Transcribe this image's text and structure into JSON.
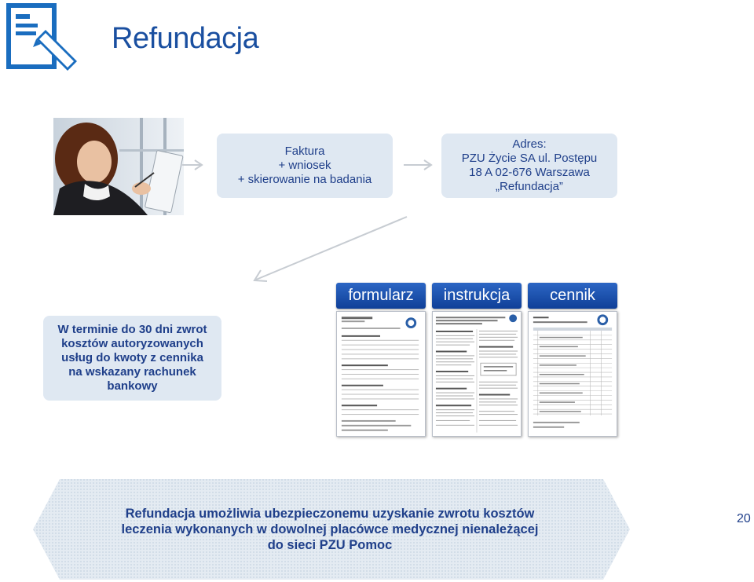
{
  "slide": {
    "title": "Refundacja",
    "page_number": "20"
  },
  "step1": {
    "lines": [
      "Faktura",
      "+ wniosek",
      "+ skierowanie na badania"
    ]
  },
  "step2": {
    "lines": [
      "Adres:",
      "PZU Życie SA ul. Postępu",
      "18 A 02-676 Warszawa",
      "„Refundacja”"
    ]
  },
  "step3": {
    "lines": [
      "W terminie do 30 dni zwrot",
      "kosztów autoryzowanych",
      "usług do kwoty z cennika",
      "na wskazany rachunek",
      "bankowy"
    ]
  },
  "documents": [
    {
      "label": "formularz"
    },
    {
      "label": "instrukcja"
    },
    {
      "label": "cennik"
    }
  ],
  "banner": {
    "lines": [
      "Refundacja  umożliwia ubezpieczonemu uzyskanie zwrotu kosztów",
      "leczenia wykonanych w dowolnej placówce medycznej nienależącej",
      "do sieci PZU Pomoc"
    ]
  },
  "colors": {
    "title_blue": "#1a4fa0",
    "box_bg": "#dfe8f2",
    "tab_blue": "#1a4fa0",
    "banner_bg": "#dde6ef"
  }
}
